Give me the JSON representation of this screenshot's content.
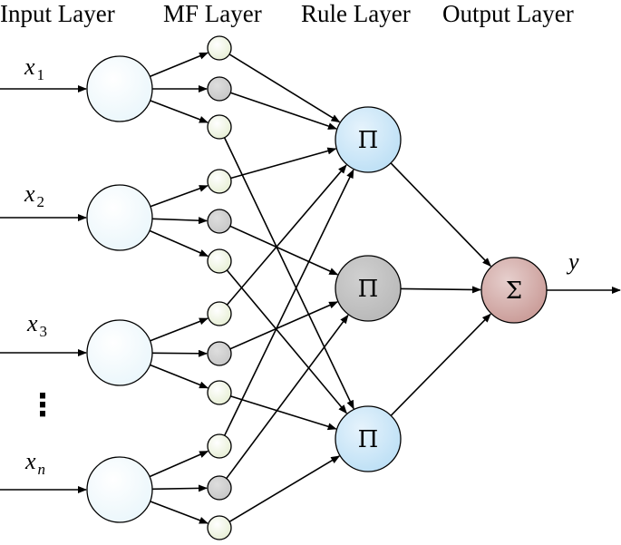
{
  "layers": {
    "input": "Input Layer",
    "mf": "MF Layer",
    "rule": "Rule Layer",
    "output": "Output Layer"
  },
  "inputs": [
    {
      "base": "x",
      "sub": "1"
    },
    {
      "base": "x",
      "sub": "2"
    },
    {
      "base": "x",
      "sub": "3"
    },
    {
      "base": "x",
      "sub": "n"
    }
  ],
  "ellipsis": "⋮",
  "rules": [
    {
      "symbol": "Π",
      "color": "#bcdff5"
    },
    {
      "symbol": "Π",
      "color": "#b8b8b8"
    },
    {
      "symbol": "Π",
      "color": "#bcdff5"
    }
  ],
  "output": {
    "symbol": "Σ",
    "label": "y",
    "color": "#c99a96"
  },
  "colors": {
    "input_node": "#eaf6fb",
    "mf_light": "#e6eed3",
    "mf_gray": "#c6c6c6"
  },
  "mf_pattern": [
    "light",
    "gray",
    "light"
  ],
  "connections": {
    "input_to_mf": "each input node feeds its three MF nodes",
    "mf_to_rule": [
      [
        0,
        0
      ],
      [
        1,
        0
      ],
      [
        2,
        2
      ],
      [
        3,
        0
      ],
      [
        4,
        1
      ],
      [
        5,
        2
      ],
      [
        6,
        0
      ],
      [
        7,
        1
      ],
      [
        8,
        2
      ],
      [
        9,
        0
      ],
      [
        10,
        1
      ],
      [
        11,
        2
      ]
    ],
    "rule_to_output": "all rule nodes feed the output node"
  }
}
